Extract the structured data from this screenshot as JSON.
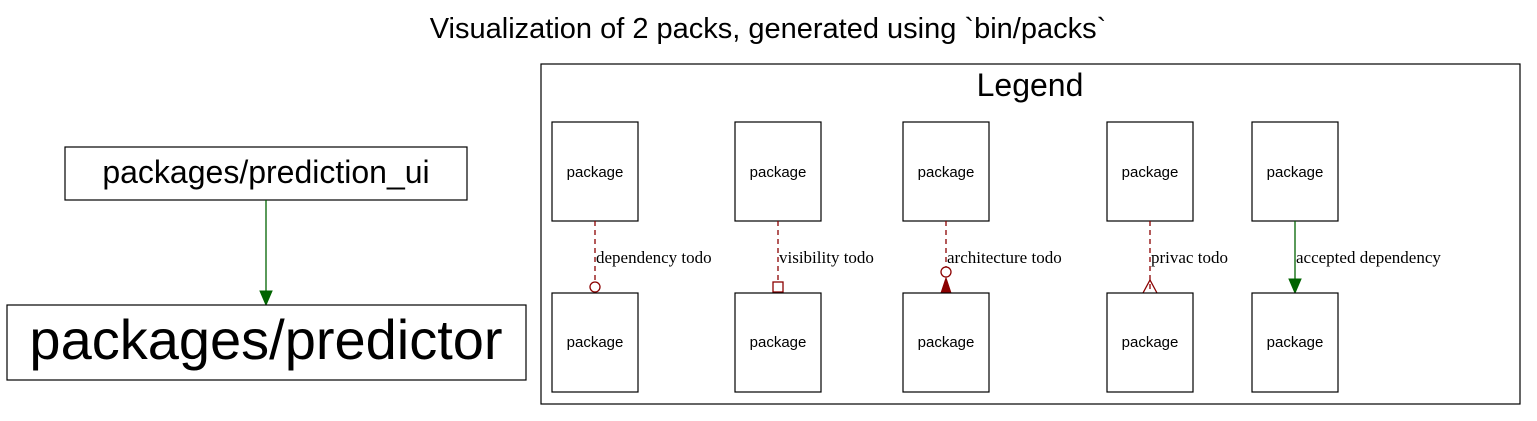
{
  "title": "Visualization of 2 packs, generated using `bin/packs`",
  "packs": [
    {
      "id": "prediction_ui",
      "label": "packages/prediction_ui"
    },
    {
      "id": "predictor",
      "label": "packages/predictor"
    }
  ],
  "main_edge": {
    "from": "packages/prediction_ui",
    "to": "packages/predictor",
    "kind": "accepted dependency",
    "color": "#006400"
  },
  "legend": {
    "title": "Legend",
    "items": [
      {
        "top": "package",
        "bottom": "package",
        "edge_label": "dependency todo",
        "style": "dashed",
        "color": "#8b0000",
        "arrowhead": "open-circle"
      },
      {
        "top": "package",
        "bottom": "package",
        "edge_label": "visibility todo",
        "style": "dashed",
        "color": "#8b0000",
        "arrowhead": "open-square"
      },
      {
        "top": "package",
        "bottom": "package",
        "edge_label": "architecture todo",
        "style": "dashed",
        "color": "#8b0000",
        "arrowhead": "filled-arrow-with-circle"
      },
      {
        "top": "package",
        "bottom": "package",
        "edge_label": "privac todo",
        "style": "dashed",
        "color": "#8b0000",
        "arrowhead": "crow"
      },
      {
        "top": "package",
        "bottom": "package",
        "edge_label": "accepted dependency",
        "style": "solid",
        "color": "#006400",
        "arrowhead": "filled-arrow"
      }
    ]
  }
}
